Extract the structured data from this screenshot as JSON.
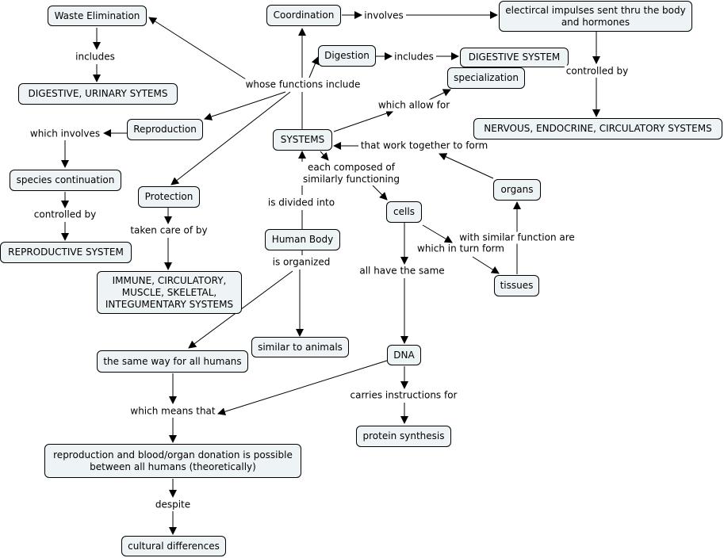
{
  "nodes": {
    "waste_elimination": "Waste Elimination",
    "digestive_urinary": "DIGESTIVE, URINARY SYTEMS",
    "reproduction": "Reproduction",
    "species_continuation": "species continuation",
    "reproductive_system": "REPRODUCTIVE SYSTEM",
    "protection": "Protection",
    "immune_systems": "IMMUNE, CIRCULATORY,\nMUSCLE, SKELETAL,\nINTEGUMENTARY SYSTEMS",
    "coordination": "Coordination",
    "impulses": "electircal impulses sent thru the body\nand hormones",
    "nervous_systems": "NERVOUS, ENDOCRINE, CIRCULATORY SYSTEMS",
    "digestion": "Digestion",
    "digestive_system": "DIGESTIVE SYSTEM",
    "specialization": "specialization",
    "systems": "SYSTEMS",
    "organs": "organs",
    "cells": "cells",
    "tissues": "tissues",
    "human_body": "Human Body",
    "similar_animals": "similar to animals",
    "same_way": "the same way for all humans",
    "dna": "DNA",
    "protein_synthesis": "protein synthesis",
    "reproduction_donation": "reproduction and blood/organ donation is possible\nbetween all humans (theoretically)",
    "cultural_differences": "cultural differences"
  },
  "labels": {
    "includes_waste": "includes",
    "whose_functions": "whose functions include",
    "which_involves": "which involves",
    "controlled_by_repro": "controlled by",
    "taken_care": "taken care of by",
    "involves": "involves",
    "includes_digestion": "includes",
    "controlled_by_impulses": "controlled by",
    "which_allow": "which allow for",
    "work_together": "that work together to form",
    "each_composed": "each composed of\nsimilarly functioning",
    "divided_into": "is divided into",
    "is_organized": "is organized",
    "with_similar": "with similar function are",
    "which_in_turn": "which in turn form",
    "all_have_same": "all have the same",
    "carries_instructions": "carries instructions for",
    "which_means": "which means that",
    "despite": "despite"
  }
}
